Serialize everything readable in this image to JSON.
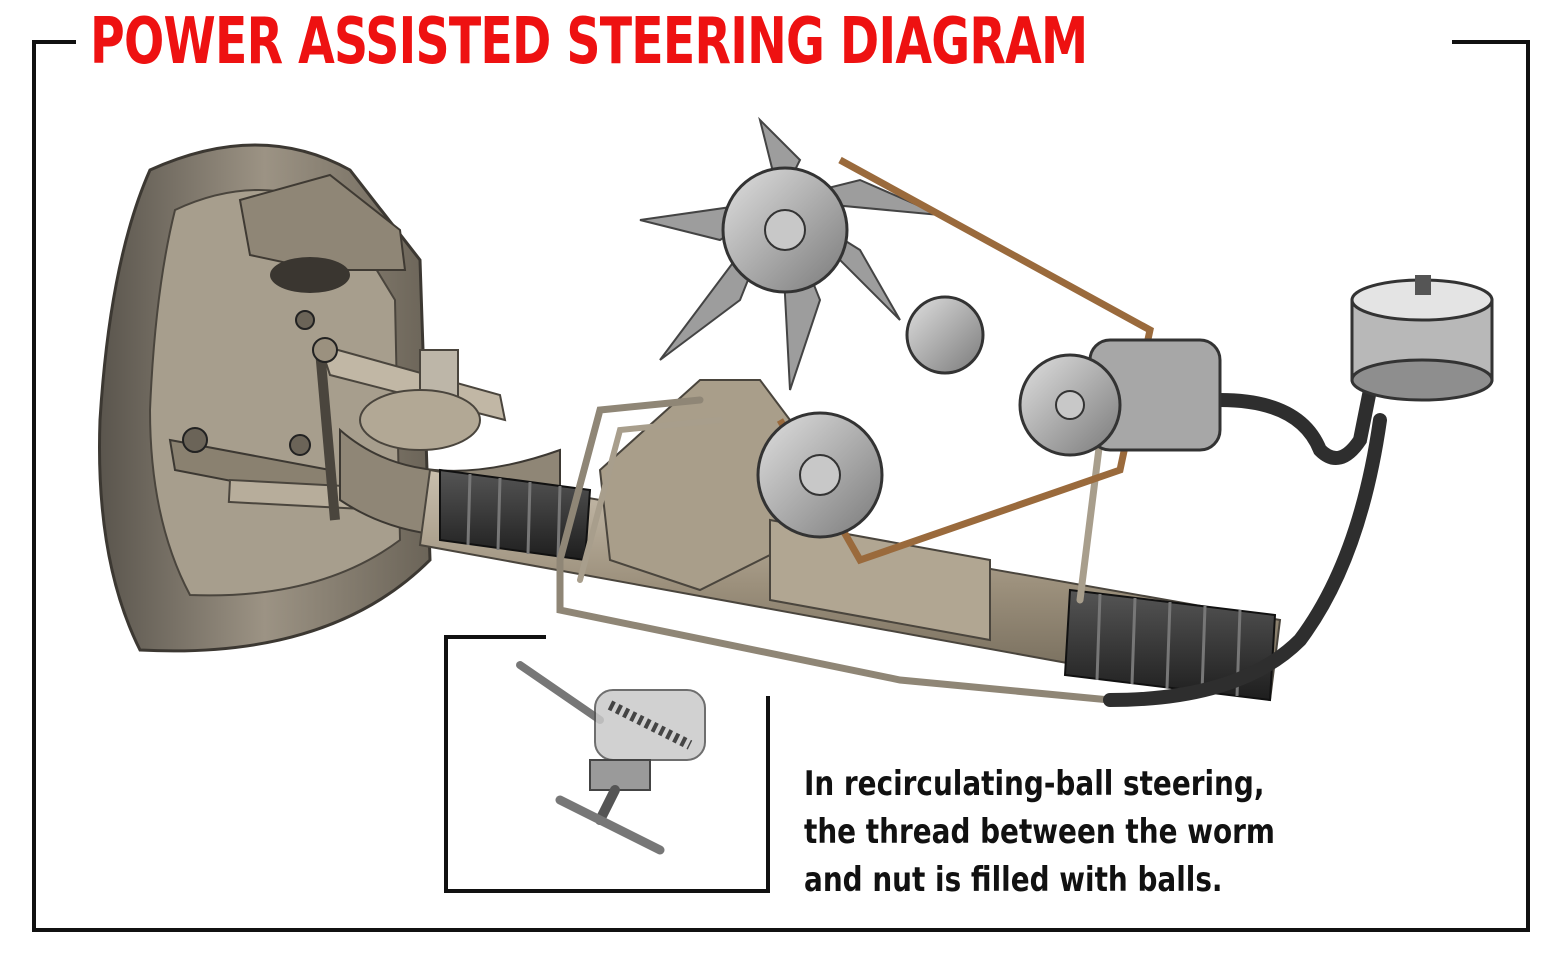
{
  "title": "POWER ASSISTED STEERING DIAGRAM",
  "caption": {
    "line1": "In recirculating-ball steering,",
    "line2": "the thread between the worm",
    "line3": "and nut is filled with balls."
  },
  "colors": {
    "title": "#ee1111",
    "frame": "#111111",
    "metal": "#9a8f7e",
    "rubber": "#2b2b2b",
    "belt": "#9a6a3c"
  }
}
